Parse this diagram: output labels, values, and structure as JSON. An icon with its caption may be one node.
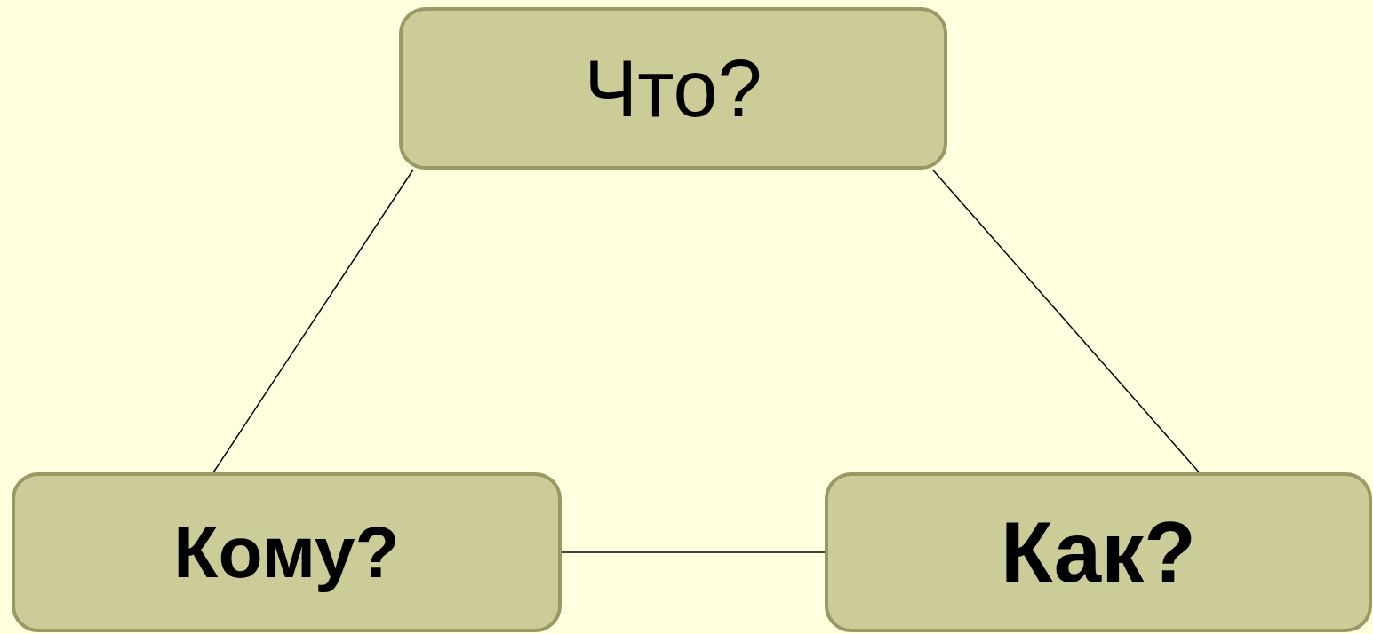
{
  "diagram": {
    "nodes": [
      {
        "text": [
          "Что?"
        ]
      },
      {
        "text": [
          "Кому?"
        ]
      },
      {
        "text": [
          "Как?"
        ]
      }
    ],
    "edges": [
      {
        "from": 0,
        "to": 1,
        "arrow": "none"
      },
      {
        "from": 0,
        "to": 2,
        "arrow": "none"
      },
      {
        "from": 1,
        "to": 2,
        "arrow": "none"
      }
    ]
  }
}
